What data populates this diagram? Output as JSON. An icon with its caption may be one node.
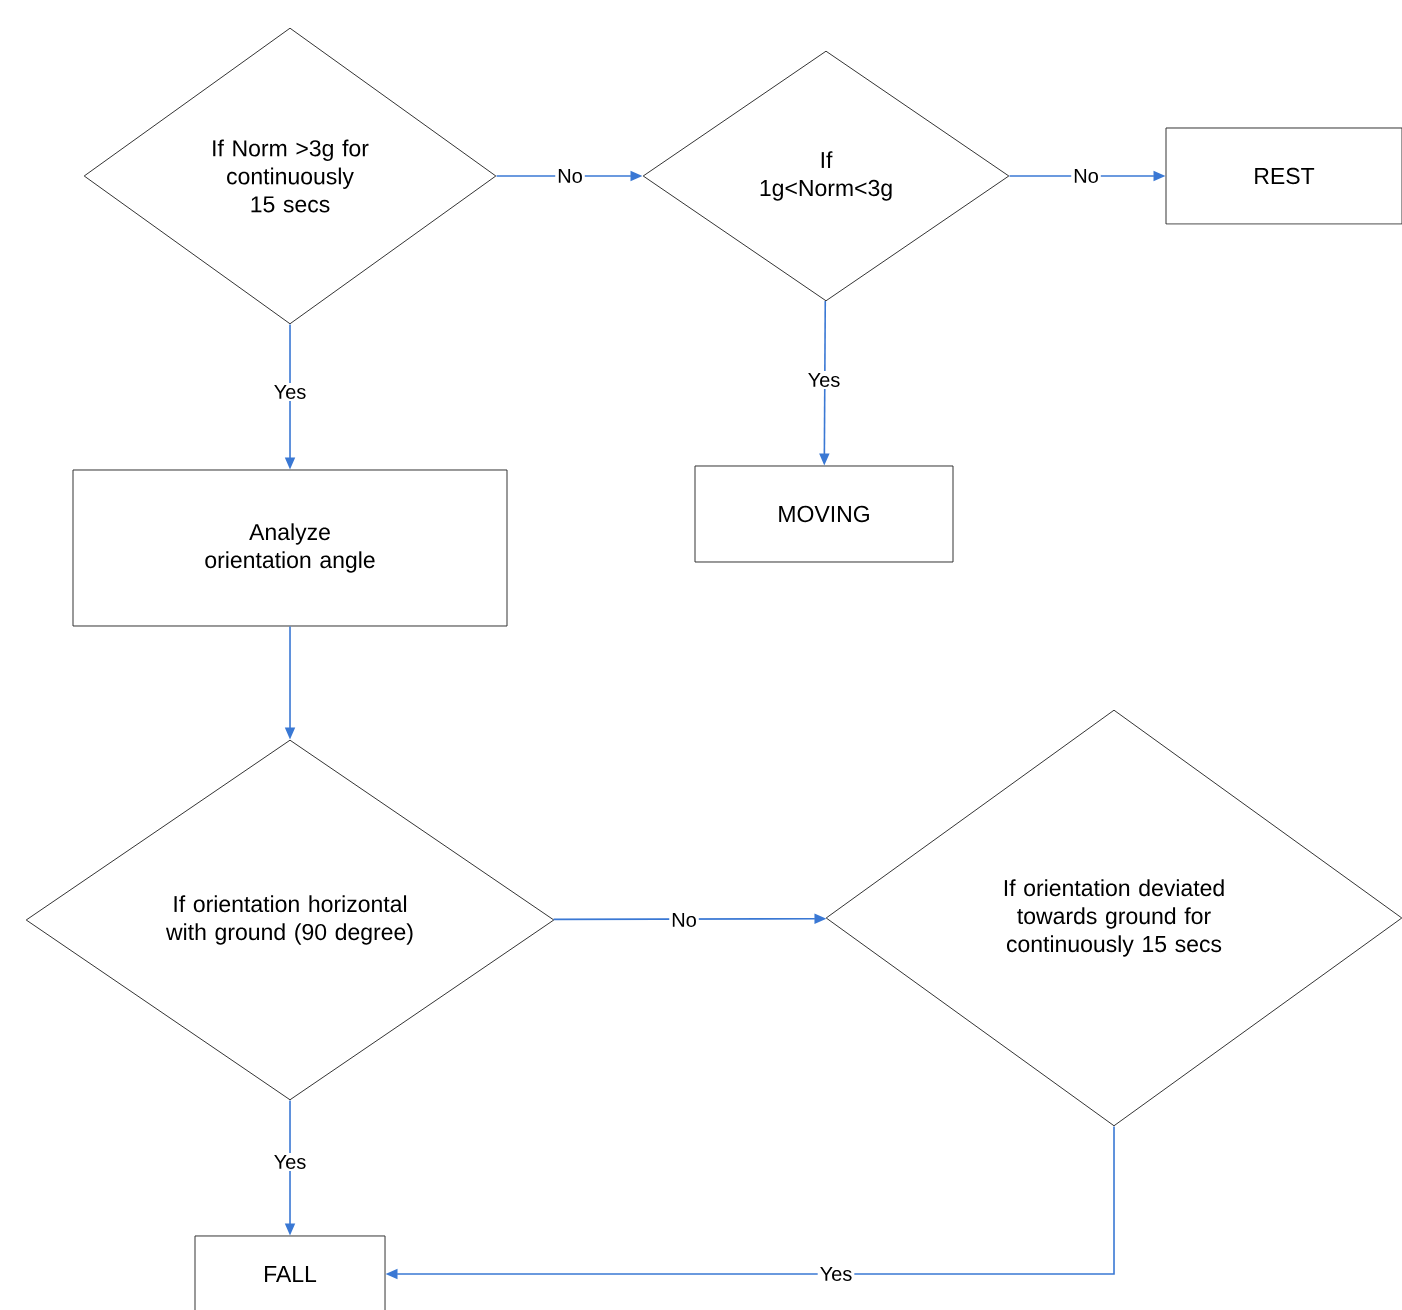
{
  "diagram": {
    "nodes": [
      {
        "text": [
          "If Norm >3g for continuously 15 secs"
        ]
      },
      {
        "text": [
          "If 1g<Norm<3g"
        ]
      },
      {
        "text": [
          "REST"
        ]
      },
      {
        "text": [
          "MOVING"
        ]
      },
      {
        "text": [
          "Analyze orientation angle"
        ]
      },
      {
        "text": [
          "If orientation horizontal with ground (90 degree)"
        ]
      },
      {
        "text": [
          "If orientation deviated towards ground for continuously 15 secs"
        ]
      },
      {
        "text": [
          "FALL"
        ]
      }
    ],
    "edges": [
      {
        "from": 0,
        "to": 1,
        "arrow": "to",
        "label": "No"
      },
      {
        "from": 1,
        "to": 2,
        "arrow": "to",
        "label": "No"
      },
      {
        "from": 1,
        "to": 3,
        "arrow": "to",
        "label": "Yes"
      },
      {
        "from": 0,
        "to": 4,
        "arrow": "to",
        "label": "Yes"
      },
      {
        "from": 4,
        "to": 5,
        "arrow": "to"
      },
      {
        "from": 5,
        "to": 6,
        "arrow": "to",
        "label": "No"
      },
      {
        "from": 5,
        "to": 7,
        "arrow": "to",
        "label": "Yes"
      },
      {
        "from": 6,
        "to": 7,
        "arrow": "to",
        "label": "Yes"
      }
    ]
  }
}
